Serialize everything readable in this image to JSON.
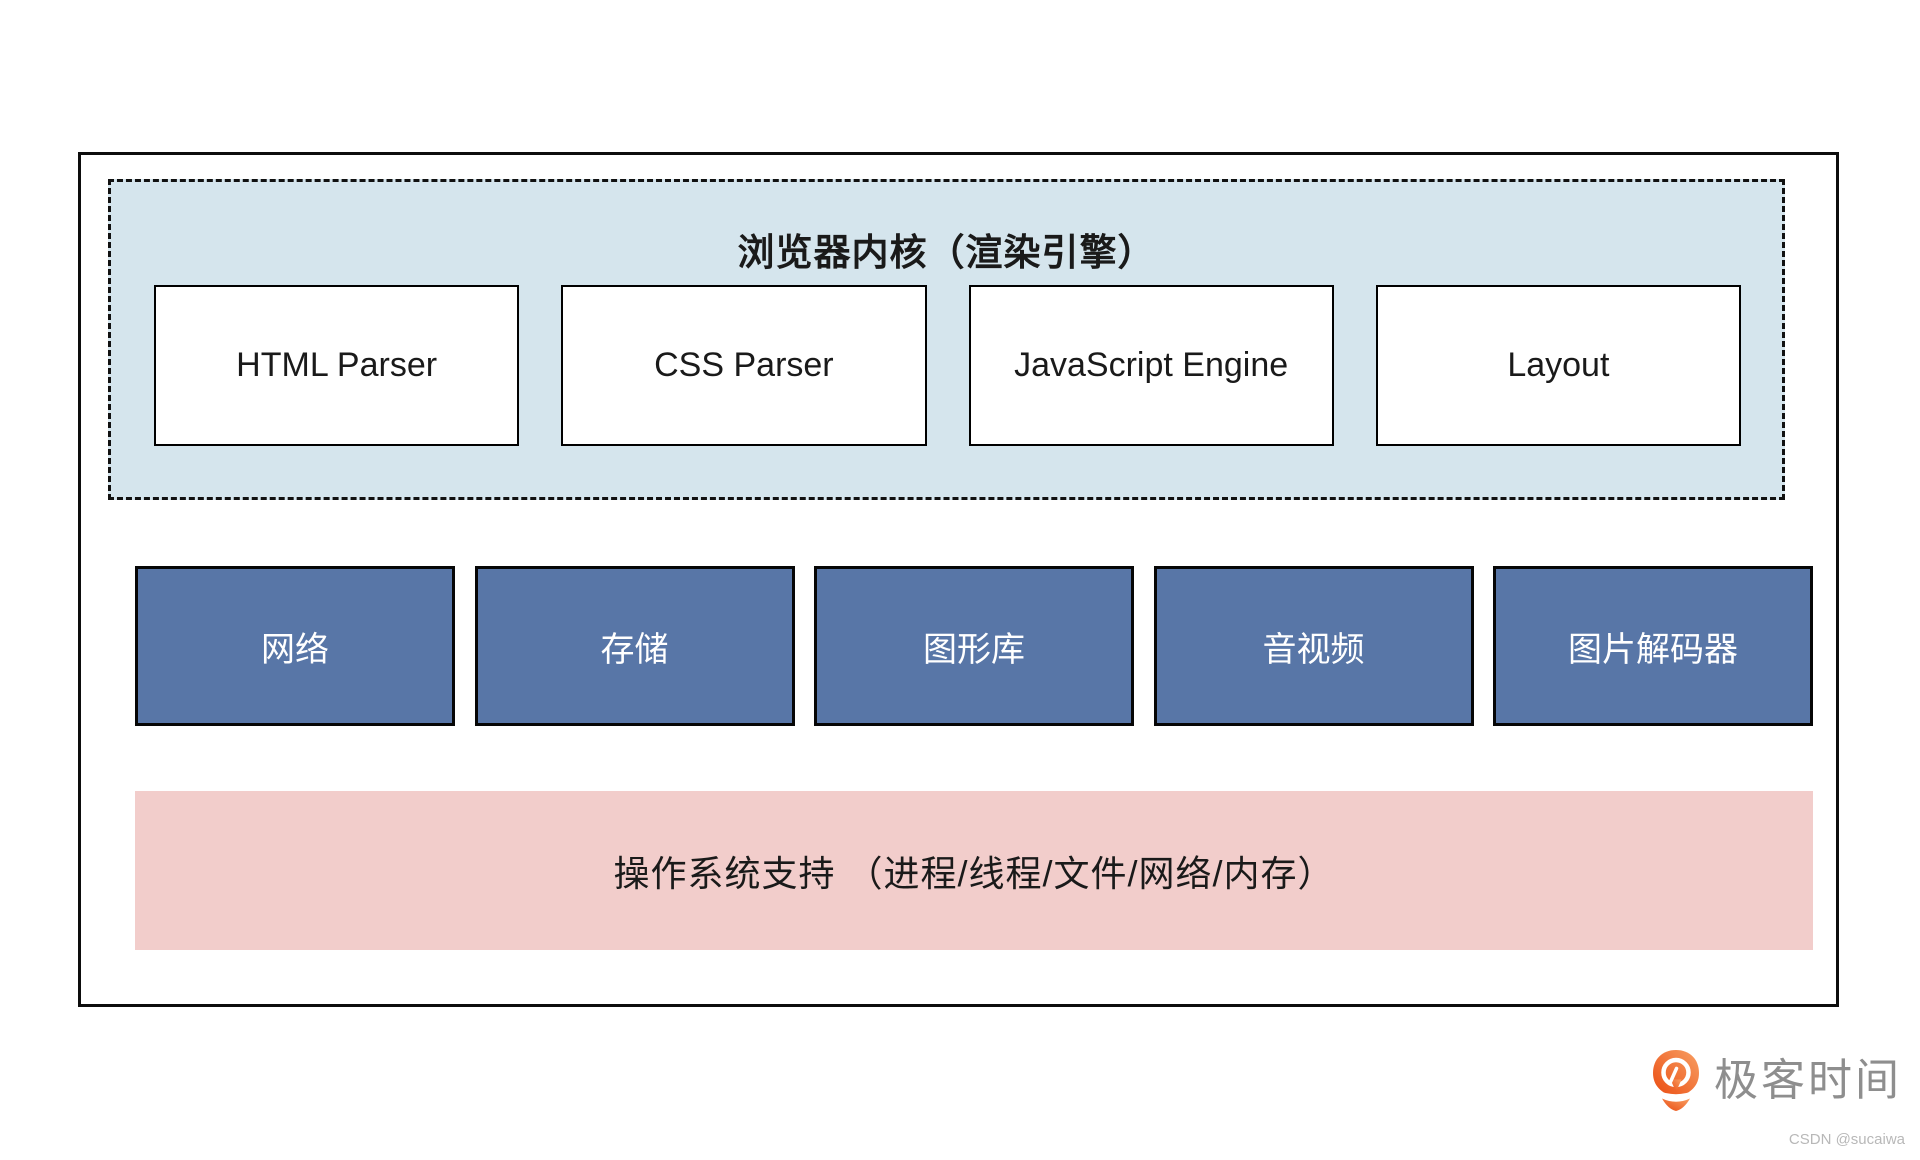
{
  "colors": {
    "kernel_bg": "#d5e5ed",
    "module_bg": "#5876a7",
    "os_bg": "#f2cdcb",
    "brand_orange": "#f0571f"
  },
  "kernel": {
    "title": "浏览器内核（渲染引擎）",
    "components": [
      "HTML Parser",
      "CSS Parser",
      "JavaScript Engine",
      "Layout"
    ]
  },
  "platform": {
    "components": [
      "网络",
      "存储",
      "图形库",
      "音视频",
      "图片解码器"
    ]
  },
  "os": {
    "label": "操作系统支持 （进程/线程/文件/网络/内存）"
  },
  "brand": {
    "name": "极客时间"
  },
  "watermark": {
    "text": "CSDN @sucaiwa"
  }
}
